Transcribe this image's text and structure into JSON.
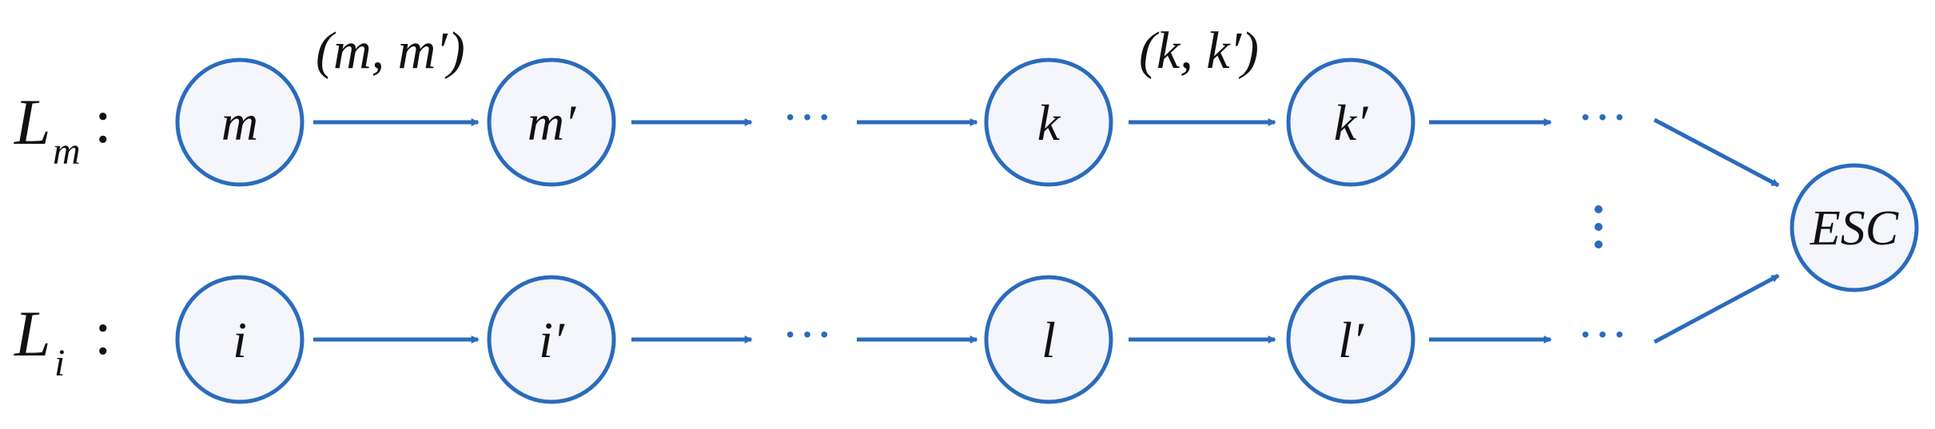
{
  "rows": [
    {
      "label": "L",
      "subscript": "m",
      "colon": ":",
      "nodes": [
        "m",
        "m′",
        "k",
        "k′"
      ],
      "ellipses": [
        "···",
        "···"
      ],
      "edge_labels": [
        "(m, m′)",
        "(k, k′)"
      ]
    },
    {
      "label": "L",
      "subscript": "i",
      "colon": ":",
      "nodes": [
        "i",
        "i′",
        "l",
        "l′"
      ],
      "ellipses": [
        "···",
        "···"
      ]
    }
  ],
  "terminal": {
    "label": "ESC"
  },
  "vertical_ellipsis": "⋮",
  "colors": {
    "node_stroke": "#2a6bbd",
    "arrow": "#2a6bbd",
    "node_fill": "#f4f6fb"
  }
}
